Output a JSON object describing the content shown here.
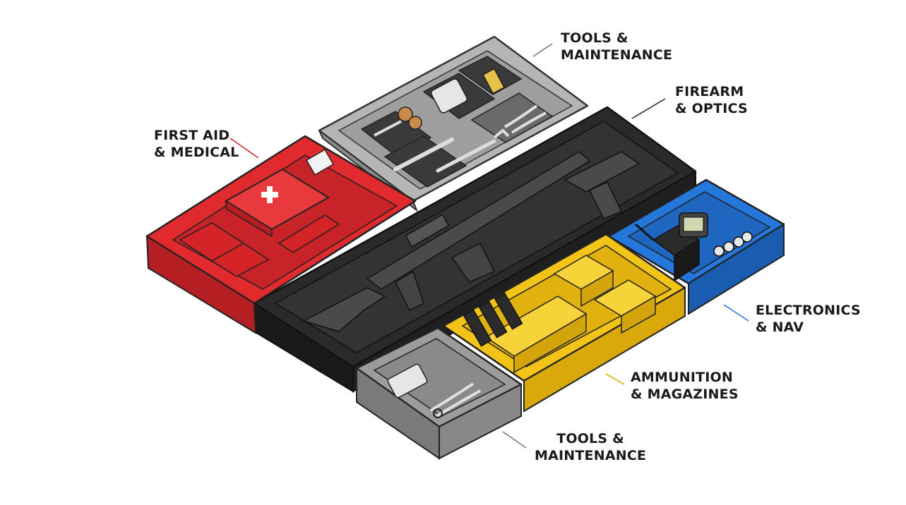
{
  "labels": {
    "tools_top": {
      "line1": "TOOLS &",
      "line2": "MAINTENANCE"
    },
    "firearm": {
      "line1": "FIREARM",
      "line2": "& OPTICS"
    },
    "first_aid": {
      "line1": "FIRST AID",
      "line2": "& MEDICAL"
    },
    "electronics": {
      "line1": "ELECTRONICS",
      "line2": "& NAV"
    },
    "ammo": {
      "line1": "AMMUNITION",
      "line2": "& MAGAZINES"
    },
    "tools_bottom": {
      "line1": "TOOLS &",
      "line2": "MAINTENANCE"
    }
  },
  "colors": {
    "first_aid": "#d8262a",
    "tools": "#a9a9a9",
    "firearm": "#262626",
    "electronics": "#1f6fd1",
    "ammo": "#f2c418",
    "tools_small": "#8e8e8e"
  }
}
